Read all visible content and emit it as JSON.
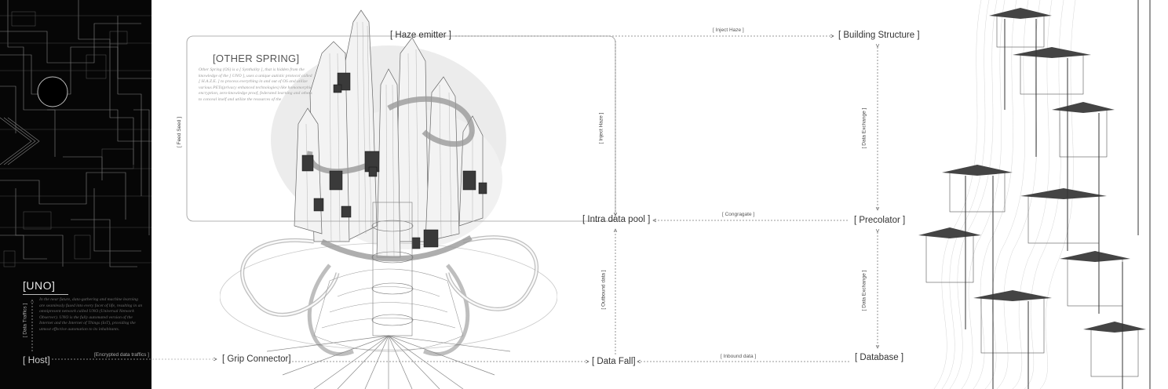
{
  "left_panel": {
    "title": "[UNO]",
    "description": "In the near future, data-gathering and machine learning are seamlessly fused into every facet of life, resulting in an omnipresent network called UNO (Universal Network Observer). UNO is the fully automated version of the Internet and the Internet of Things (IoT), providing the utmost effective automation to its inhabitants.",
    "host_label": "[ Host]",
    "data_traffics_label": "[ Data Traffics ]",
    "encrypted_label": "[Encrypted data traffics ]"
  },
  "description_box": {
    "title": "[OTHER SPRING]",
    "text": "Other Spring (OS) is a [ Synthality ], that is hidden from the knowledge of the [ UNO ], uses a unique autistic protocol called [ H.A.Z.E. ] to process everything in and out of OS and utilize various PETs(privacy enhanced technologies) like homomorphic encryption, zero-knowledge proof, federated learning and others to conceal itself and utilize the resources of the"
  },
  "nodes": {
    "haze_emitter": "[ Haze emitter ]",
    "building_structure": "[ Building Structure ]",
    "intra_data_pool": "[ Intra data pool ]",
    "precolator": "[ Precolator ]",
    "grip_connector": "[ Grip Connector]",
    "data_fall": "[ Data Fall]",
    "database": "[ Database ]"
  },
  "flow_labels": {
    "inject_haze_top": "[ Inject Haze ]",
    "inject_haze_vertical": "[ Inject Haze ]",
    "feed_seed": "[ Feed Seed ]",
    "data_exchange_upper": "[ Data Exchange ]",
    "data_exchange_lower": "[ Data Exchange ]",
    "congragate": "[ Congragate ]",
    "outbound_data": "[ Outbound data ]",
    "inbound_data": "[ Inbound data ]"
  },
  "colors": {
    "panel_bg": "#060606",
    "ink": "#333333",
    "line": "#777777",
    "box_line": "#9a9a9a"
  },
  "icons": {
    "arrow": "arrow-icon"
  }
}
